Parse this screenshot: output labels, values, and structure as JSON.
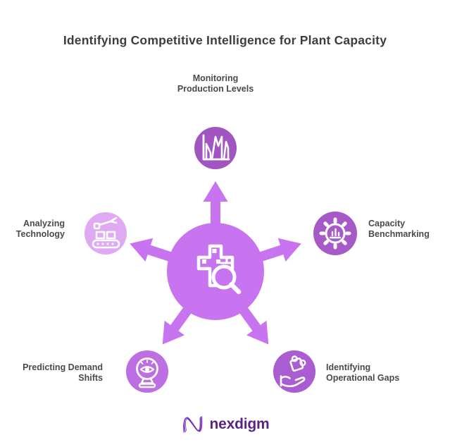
{
  "title": "Identifying Competitive Intelligence for Plant Capacity",
  "hub": {
    "icon": "plant-grid-magnifier-icon",
    "color": "#c874f0"
  },
  "nodes": [
    {
      "name": "monitoring-production-levels",
      "lines": [
        "Monitoring",
        "Production Levels"
      ],
      "icon": "production-peaks-chart-icon",
      "color": "#a055c0"
    },
    {
      "name": "capacity-benchmarking",
      "lines": [
        "Capacity",
        "Benchmarking"
      ],
      "icon": "gear-bar-chart-icon",
      "color": "#a55ac8"
    },
    {
      "name": "identifying-operational-gaps",
      "lines": [
        "Identifying",
        "Operational Gaps"
      ],
      "icon": "hand-puzzle-icon",
      "color": "#aa5cd1"
    },
    {
      "name": "predicting-demand-shifts",
      "lines": [
        "Predicting Demand",
        "Shifts"
      ],
      "icon": "crystal-ball-eye-icon",
      "color": "#bd6ee3"
    },
    {
      "name": "analyzing-technology",
      "lines": [
        "Analyzing",
        "Technology"
      ],
      "icon": "robot-arm-conveyor-icon",
      "color": "#dfa9f4"
    }
  ],
  "footer": {
    "logo_text": "nexdigm",
    "logo_color": "#5c2482"
  },
  "text_colors": {
    "title": "#3d3d3d",
    "label": "#4a4a4a"
  }
}
